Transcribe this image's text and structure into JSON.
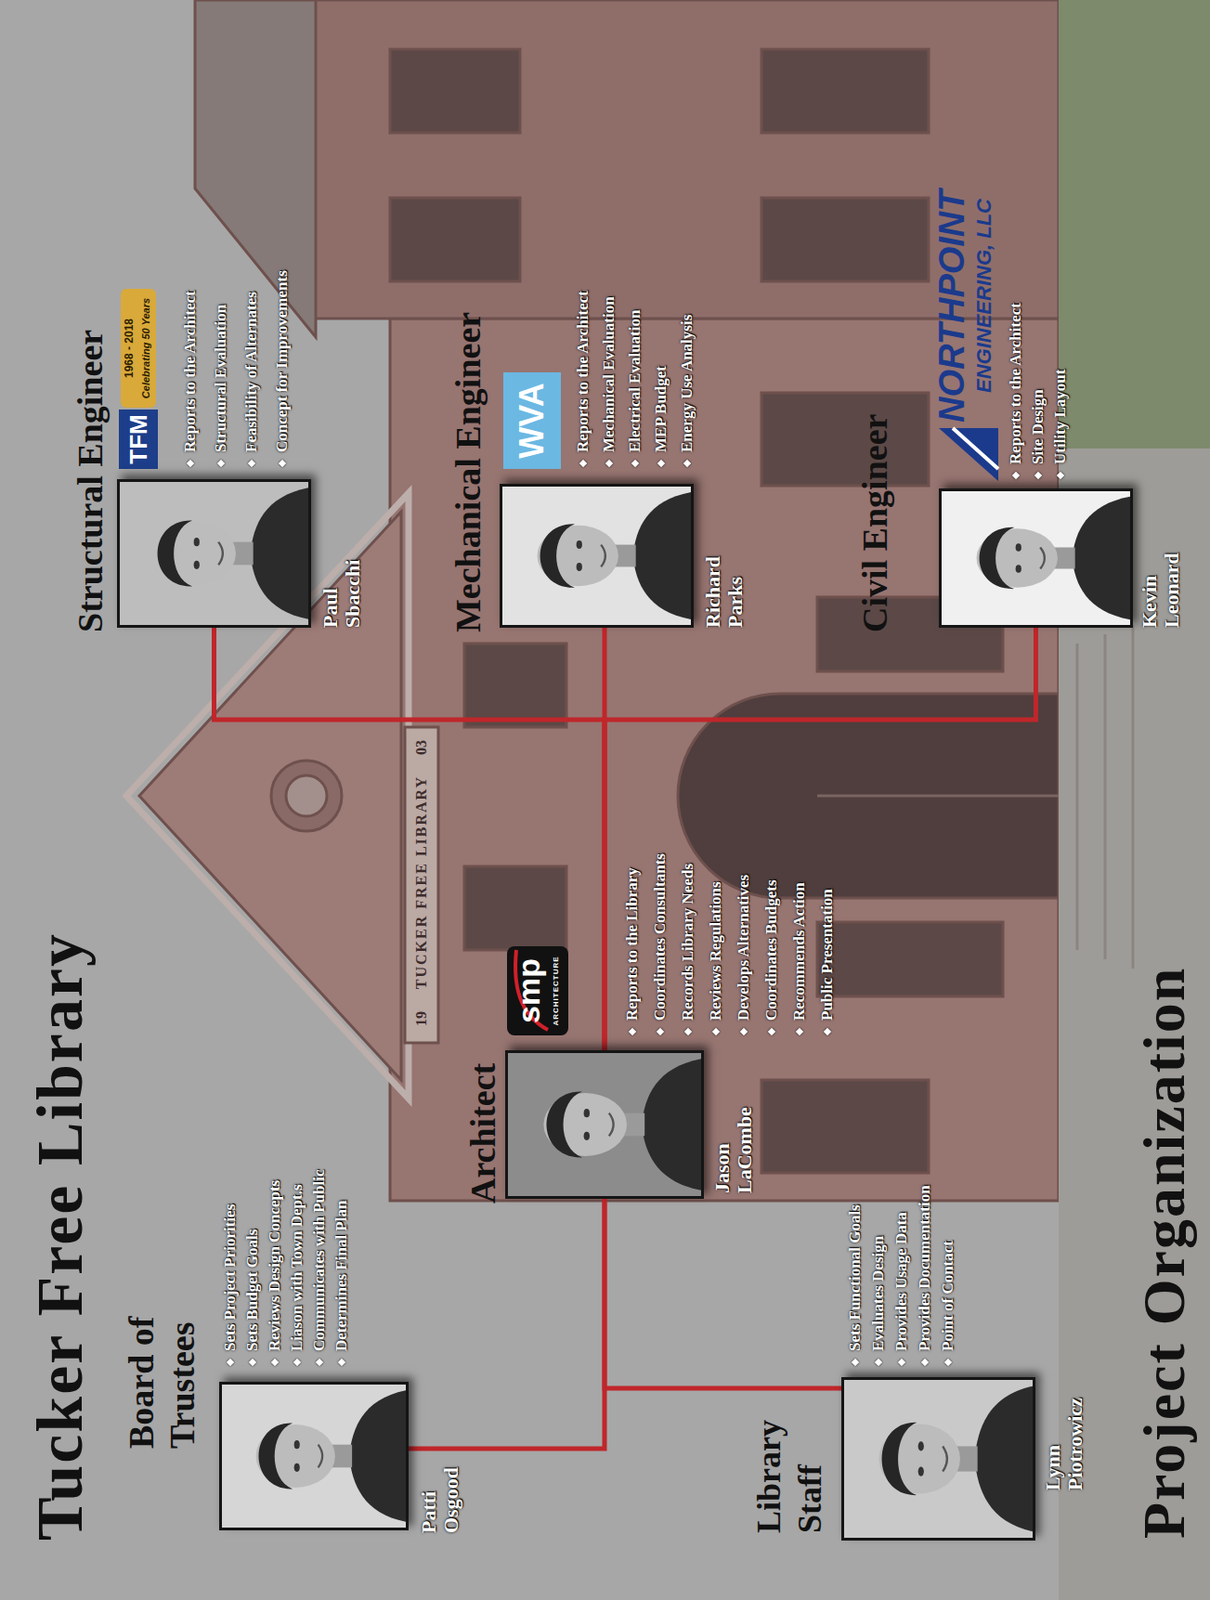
{
  "diagram": {
    "title": "Tucker Free Library",
    "caption": "Project Organization",
    "nodes": [
      {
        "text": [
          "Board of Trustees",
          "Patti Osgood",
          "Sets Project Priorities",
          "Sets Budget Goals",
          "Reviews Design Concepts",
          "Liason with Town Dept.s",
          "Communicates with Public",
          "Determines Final Plan"
        ]
      },
      {
        "text": [
          "Library Staff",
          "Lynn Piotrowicz",
          "Sets Functional Goals",
          "Evaluates Design",
          "Provides Usage Data",
          "Provides Documentation",
          "Point of Contact"
        ]
      },
      {
        "text": [
          "Architect",
          "Jason LaCombe",
          "Reports to the Library",
          "Coordinates Consultants",
          "Records Library Needs",
          "Reviews Regulations",
          "Develops Alternatives",
          "Coordinates Budgets",
          "Recommends Action",
          "Public Presentation"
        ]
      },
      {
        "text": [
          "Structural Engineer",
          "Paul Sbacchi",
          "Reports to the Architect",
          "Structural Evaluation",
          "Feasibility of Alternates",
          "Concept for Improvements"
        ]
      },
      {
        "text": [
          "Mechanical Engineer",
          "Richard Parks",
          "Reports to the Architect",
          "Mechanical Evaluation",
          "Electrical Evaluation",
          "MEP Budget",
          "Energy Use Analysis"
        ]
      },
      {
        "text": [
          "Civil Engineer",
          "Kevin Leonard",
          "Reports to the Architect",
          "Site Design",
          "Utility Layout"
        ]
      }
    ],
    "edges": [
      {
        "from": 0,
        "to": 2,
        "arrow": "none"
      },
      {
        "from": 1,
        "to": 2,
        "arrow": "none"
      },
      {
        "from": 2,
        "to": 3,
        "arrow": "none"
      },
      {
        "from": 2,
        "to": 4,
        "arrow": "none"
      },
      {
        "from": 2,
        "to": 5,
        "arrow": "none"
      }
    ],
    "labels": [
      "TFM",
      "1968 - 2018",
      "Celebrating 50 Years",
      "smp",
      "ARCHITECTURE",
      "WVA",
      "NORTHPOINT",
      "ENGINEERING, LLC",
      "19",
      "TUCKER FREE LIBRARY",
      "03"
    ]
  }
}
